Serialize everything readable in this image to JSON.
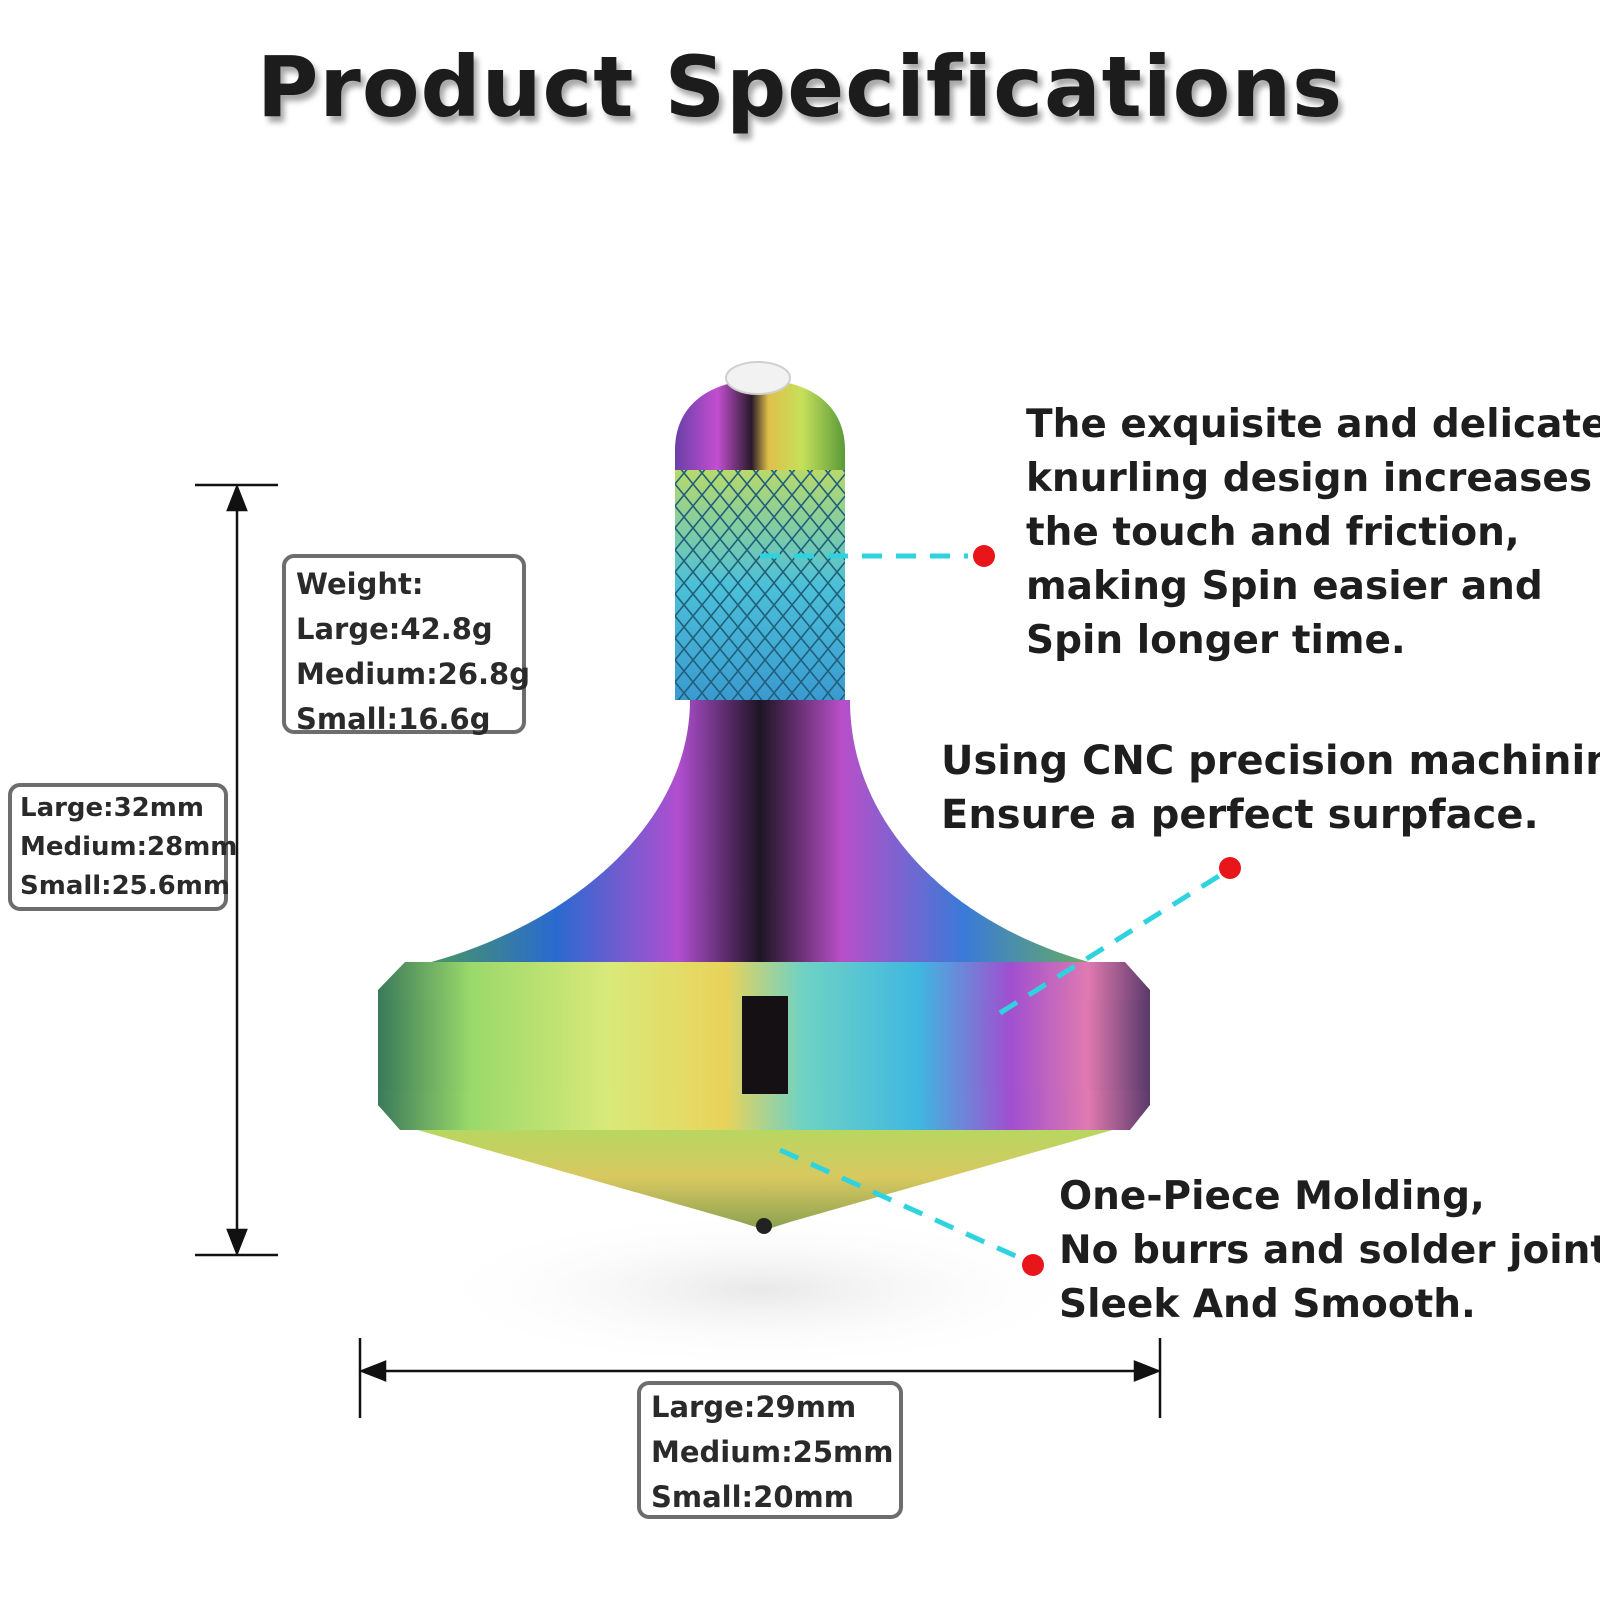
{
  "title": "Product Specifications",
  "weight_box": {
    "heading": "Weight:",
    "lines": [
      "Large:42.8g",
      "Medium:26.8g",
      "Small:16.6g"
    ]
  },
  "height_box": {
    "lines": [
      "Large:32mm",
      "Medium:28mm",
      "Small:25.6mm"
    ]
  },
  "width_box": {
    "lines": [
      "Large:29mm",
      "Medium:25mm",
      "Small:20mm"
    ]
  },
  "callouts": [
    {
      "lines": [
        "The exquisite and delicate",
        "knurling design increases",
        "the touch and friction,",
        "making Spin easier and",
        "Spin longer time."
      ]
    },
    {
      "lines": [
        "Using CNC precision machining,",
        "Ensure a perfect surpface."
      ]
    },
    {
      "lines": [
        "One-Piece Molding,",
        "No burrs and solder joints,",
        "Sleek And Smooth."
      ]
    }
  ],
  "colors": {
    "leader_line": "#2fd3e0",
    "marker_dot": "#e8151b",
    "box_border": "#6d6d6d"
  }
}
